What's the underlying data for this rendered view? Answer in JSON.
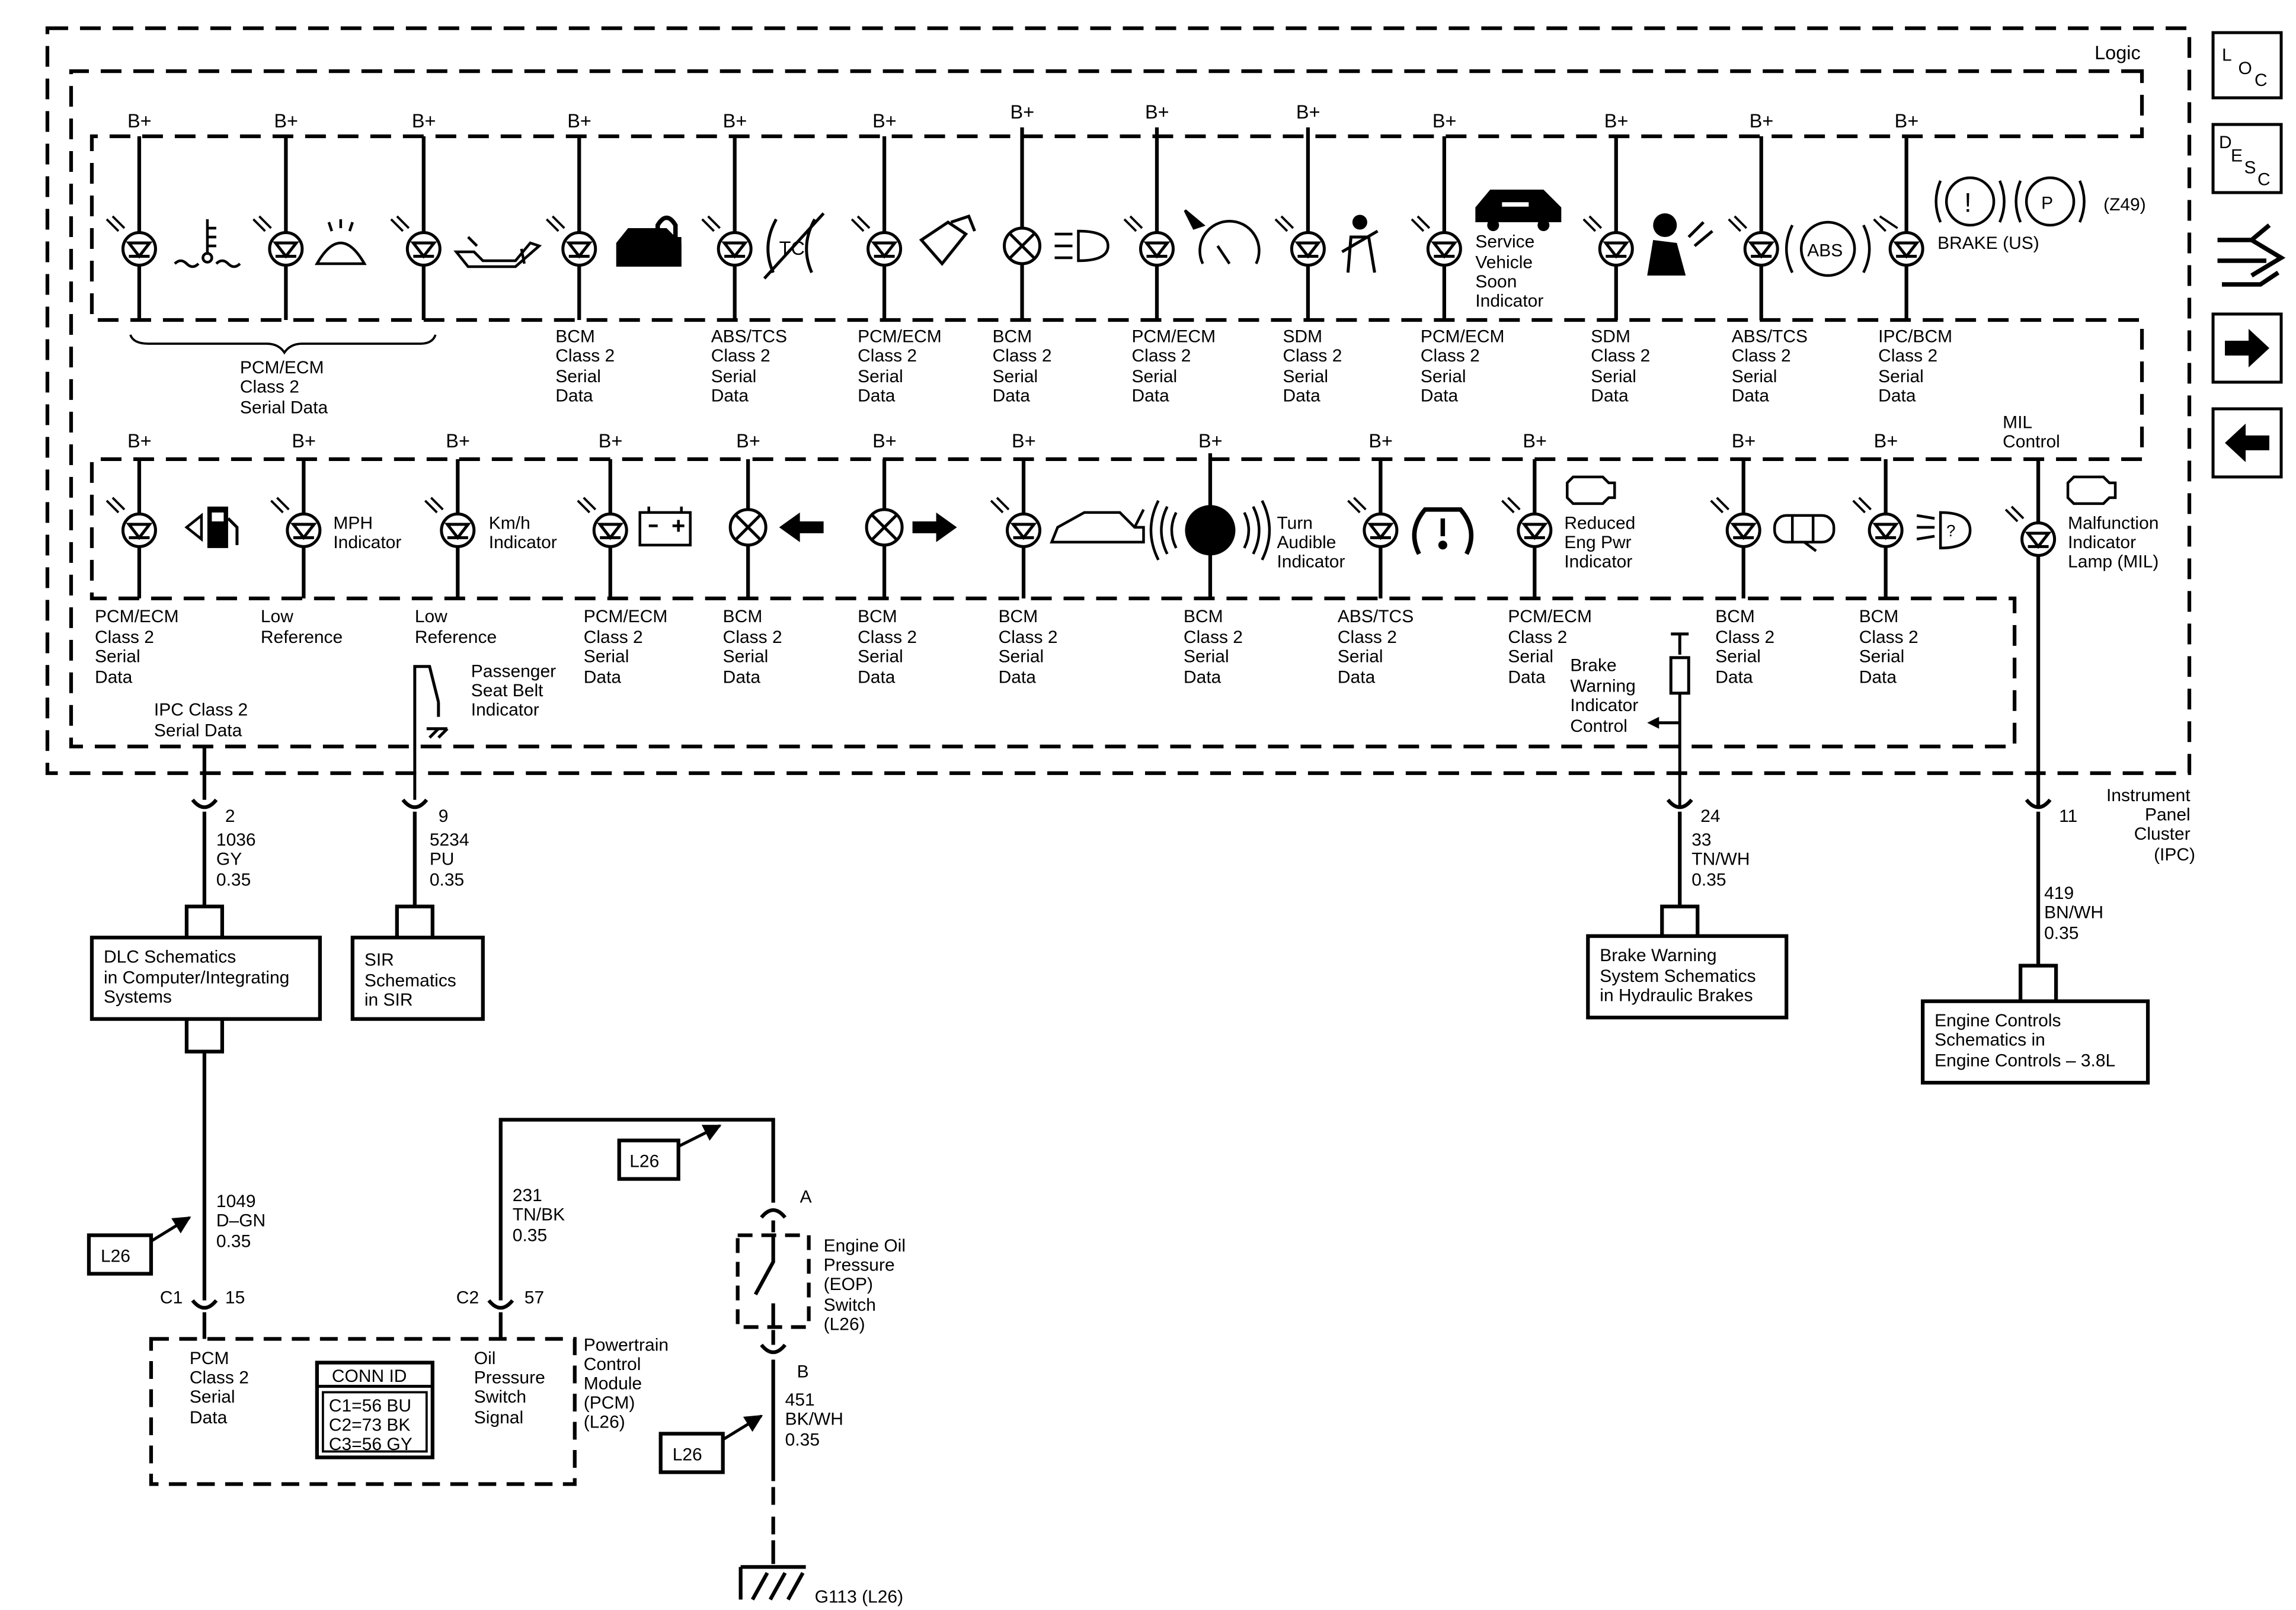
{
  "colors": {
    "ink": "#000000",
    "paper": "#ffffff"
  },
  "nav": {
    "loc": [
      "L",
      "O",
      "C"
    ],
    "desc": [
      "D",
      "E",
      "S",
      "C"
    ],
    "icons": [
      "wiring-path-icon",
      "arrow-right-icon",
      "arrow-left-icon"
    ]
  },
  "labels": {
    "logic": "Logic",
    "bplus": "B+",
    "mil_control": [
      "MIL",
      "Control"
    ],
    "ipc": [
      "Instrument",
      "Panel",
      "Cluster",
      "(IPC)"
    ],
    "z49": "(Z49)",
    "brake_us": "BRAKE (US)",
    "pcm_ecm_group": [
      "PCM/ECM",
      "Class 2",
      "Serial Data"
    ]
  },
  "top_row": {
    "service_vehicle": [
      "Service",
      "Vehicle",
      "Soon",
      "Indicator"
    ],
    "sources": [
      [
        "BCM",
        "Class 2",
        "Serial",
        "Data"
      ],
      [
        "ABS/TCS",
        "Class 2",
        "Serial",
        "Data"
      ],
      [
        "PCM/ECM",
        "Class 2",
        "Serial",
        "Data"
      ],
      [
        "BCM",
        "Class 2",
        "Serial",
        "Data"
      ],
      [
        "PCM/ECM",
        "Class 2",
        "Serial",
        "Data"
      ],
      [
        "SDM",
        "Class 2",
        "Serial",
        "Data"
      ],
      [
        "PCM/ECM",
        "Class 2",
        "Serial",
        "Data"
      ],
      [
        "SDM",
        "Class 2",
        "Serial",
        "Data"
      ],
      [
        "ABS/TCS",
        "Class 2",
        "Serial",
        "Data"
      ],
      [
        "IPC/BCM",
        "Class 2",
        "Serial",
        "Data"
      ]
    ]
  },
  "bottom_row": {
    "mph": [
      "MPH",
      "Indicator"
    ],
    "kmh": [
      "Km/h",
      "Indicator"
    ],
    "turn_audible": [
      "Turn",
      "Audible",
      "Indicator"
    ],
    "reduced_eng": [
      "Reduced",
      "Eng Pwr",
      "Indicator"
    ],
    "mil": [
      "Malfunction",
      "Indicator",
      "Lamp (MIL)"
    ],
    "sources": [
      [
        "PCM/ECM",
        "Class 2",
        "Serial",
        "Data"
      ],
      [
        "Low",
        "Reference"
      ],
      [
        "Low",
        "Reference"
      ],
      [
        "PCM/ECM",
        "Class 2",
        "Serial",
        "Data"
      ],
      [
        "BCM",
        "Class 2",
        "Serial",
        "Data"
      ],
      [
        "BCM",
        "Class 2",
        "Serial",
        "Data"
      ],
      [
        "BCM",
        "Class 2",
        "Serial",
        "Data"
      ],
      [
        "BCM",
        "Class 2",
        "Serial",
        "Data"
      ],
      [
        "ABS/TCS",
        "Class 2",
        "Serial",
        "Data"
      ],
      [
        "PCM/ECM",
        "Class 2",
        "Serial",
        "Data"
      ],
      [
        "BCM",
        "Class 2",
        "Serial",
        "Data"
      ],
      [
        "BCM",
        "Class 2",
        "Serial",
        "Data"
      ]
    ],
    "ipc_class2": [
      "IPC Class 2",
      "Serial Data"
    ],
    "passenger_seat_belt": [
      "Passenger",
      "Seat Belt",
      "Indicator"
    ],
    "brake_warning_control": [
      "Brake",
      "Warning",
      "Indicator",
      "Control"
    ]
  },
  "pins": {
    "p2": [
      "2",
      "1036",
      "GY",
      "0.35"
    ],
    "p9": [
      "9",
      "5234",
      "PU",
      "0.35"
    ],
    "p24": [
      "24",
      "33",
      "TN/WH",
      "0.35"
    ],
    "p11": "11",
    "w419": [
      "419",
      "BN/WH",
      "0.35"
    ]
  },
  "refs": {
    "dlc": [
      "DLC Schematics",
      "in Computer/Integrating",
      "Systems"
    ],
    "sir": [
      "SIR",
      "Schematics",
      "in SIR"
    ],
    "brake_warning": [
      "Brake Warning",
      "System Schematics",
      "in Hydraulic Brakes"
    ],
    "engine_controls": [
      "Engine Controls",
      "Schematics in",
      "Engine Controls – 3.8L"
    ]
  },
  "lower": {
    "w1049": [
      "1049",
      "D–GN",
      "0.35"
    ],
    "w231": [
      "231",
      "TN/BK",
      "0.35"
    ],
    "w451": [
      "451",
      "BK/WH",
      "0.35"
    ],
    "l26": "L26",
    "c1": "C1",
    "c1_pin": "15",
    "c2": "C2",
    "c2_pin": "57",
    "pcm_class2": [
      "PCM",
      "Class 2",
      "Serial",
      "Data"
    ],
    "oil_signal": [
      "Oil",
      "Pressure",
      "Switch",
      "Signal"
    ],
    "pcm_module": [
      "Powertrain",
      "Control",
      "Module",
      "(PCM)",
      "(L26)"
    ],
    "conn_id_title": "CONN ID",
    "conn_id": [
      "C1=56 BU",
      "C2=73 BK",
      "C3=56 GY"
    ],
    "eop_a": "A",
    "eop_b": "B",
    "eop_switch": [
      "Engine Oil",
      "Pressure",
      "(EOP)",
      "Switch",
      "(L26)"
    ],
    "ground": "G113 (L26)"
  }
}
